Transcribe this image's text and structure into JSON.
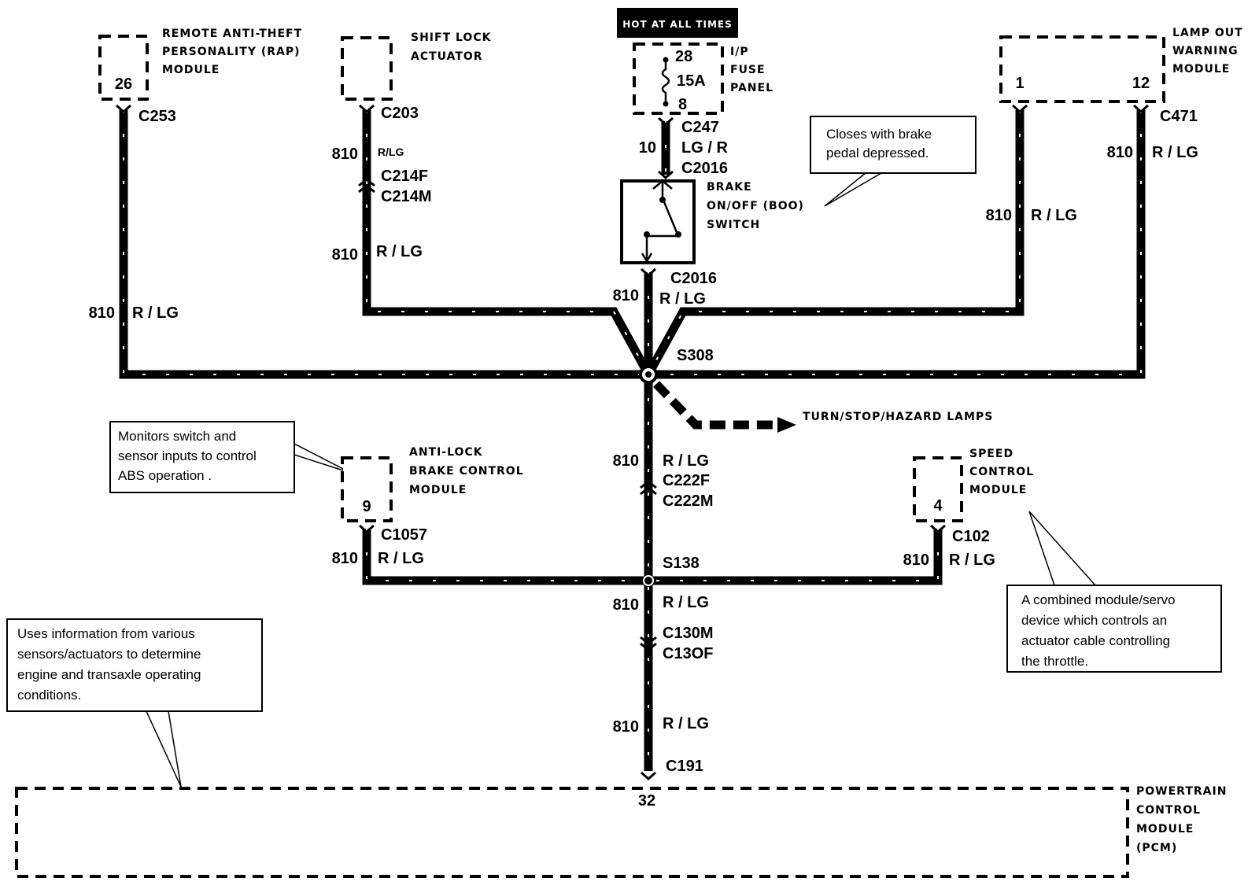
{
  "header": {
    "hot_at_all_times": "HOT AT ALL TIMES"
  },
  "fuse_panel": {
    "name_lines": [
      "I/P",
      "FUSE",
      "PANEL"
    ],
    "pin_top": "28",
    "rating": "15A",
    "pin_bottom": "8"
  },
  "modules": {
    "rap": {
      "name_lines": [
        "REMOTE ANTI-THEFT",
        "PERSONALITY (RAP)",
        "MODULE"
      ],
      "pin": "26",
      "connector": "C253"
    },
    "shift_lock": {
      "name_lines": [
        "SHIFT LOCK",
        "ACTUATOR"
      ],
      "connector": "C203"
    },
    "lamp_out": {
      "name_lines": [
        "LAMP OUT",
        "WARNING",
        "MODULE"
      ],
      "pin_left": "1",
      "pin_right": "12",
      "connector": "C471"
    },
    "abs": {
      "name_lines": [
        "ANTI-LOCK",
        "BRAKE CONTROL",
        "MODULE"
      ],
      "pin": "9",
      "connector": "C1057"
    },
    "speed_control": {
      "name_lines": [
        "SPEED",
        "CONTROL",
        "MODULE"
      ],
      "pin": "4",
      "connector": "C102"
    },
    "pcm": {
      "name_lines": [
        "POWERTRAIN",
        "CONTROL",
        "MODULE",
        "(PCM)"
      ],
      "pin": "32",
      "connector": "C191"
    }
  },
  "switch": {
    "name_lines": [
      "BRAKE",
      "ON/OFF (BOO)",
      "SWITCH"
    ],
    "conn_in_a": "C247",
    "conn_in_b": "C2016",
    "conn_out": "C2016"
  },
  "circuits": {
    "c810": "810",
    "c10": "10",
    "r_lg": "R / LG",
    "r_lg_small": "R/LG",
    "lg_r": "LG / R"
  },
  "connectors": {
    "c214f": "C214F",
    "c214m": "C214M",
    "c222f": "C222F",
    "c222m": "C222M",
    "c130m": "C130M",
    "c130f": "C13OF"
  },
  "splices": {
    "s308": "S308",
    "s138": "S138"
  },
  "turn_lamps": "TURN/STOP/HAZARD LAMPS",
  "notes": {
    "boo": [
      "Closes with brake",
      "pedal depressed."
    ],
    "abs": [
      "Monitors switch and",
      "sensor inputs to control",
      "ABS operation ."
    ],
    "pcm": [
      "Uses information from various",
      "sensors/actuators to determine",
      "engine and transaxle operating",
      "conditions."
    ],
    "speed": [
      "A combined module/servo",
      "device which controls an",
      "actuator cable controlling",
      "the throttle."
    ]
  }
}
